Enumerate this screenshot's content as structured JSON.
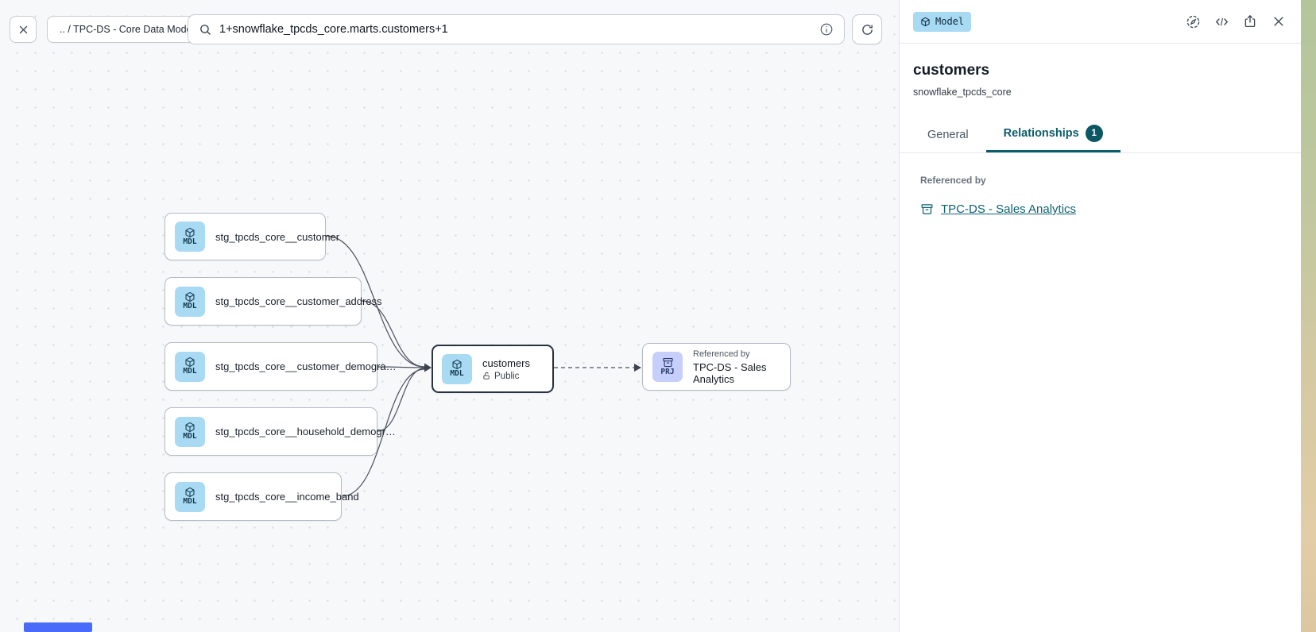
{
  "toolbar": {
    "breadcrumb": ".. / TPC-DS - Core Data Models",
    "search_value": "1+snowflake_tpcds_core.marts.customers+1"
  },
  "canvas": {
    "nodes": [
      {
        "badge": "MDL",
        "label": "stg_tpcds_core__customer"
      },
      {
        "badge": "MDL",
        "label": "stg_tpcds_core__customer_address"
      },
      {
        "badge": "MDL",
        "label": "stg_tpcds_core__customer_demogra…"
      },
      {
        "badge": "MDL",
        "label": "stg_tpcds_core__household_demogr…"
      },
      {
        "badge": "MDL",
        "label": "stg_tpcds_core__income_band"
      },
      {
        "badge": "MDL",
        "label": "customers",
        "sublabel": "Public"
      },
      {
        "badge": "PRJ",
        "label": "TPC-DS - Sales Analytics",
        "sublabel": "Referenced by"
      }
    ]
  },
  "panel": {
    "type_chip": "Model",
    "title": "customers",
    "subtitle": "snowflake_tpcds_core",
    "tabs": [
      {
        "label": "General",
        "active": false
      },
      {
        "label": "Relationships",
        "active": true,
        "badge": "1"
      }
    ],
    "referenced_by_label": "Referenced by",
    "referenced_by_link": "TPC-DS - Sales Analytics"
  },
  "icons": {
    "toolbar": [
      "close-icon",
      "search-icon",
      "info-icon",
      "refresh-icon"
    ],
    "panel": [
      "cube-icon",
      "compass-icon",
      "code-icon",
      "share-icon",
      "close-icon",
      "archive-icon"
    ],
    "nodes": [
      "cube-icon",
      "archive-icon",
      "unlock-icon"
    ]
  },
  "colors": {
    "accent_teal": "#0d5c6b",
    "model_chip_blue": "#a8daf4",
    "project_chip_lavender": "#c6cefb",
    "canvas_background": "#f7f8fa",
    "selected_node_border": "#29323f",
    "link_teal": "#0f6270",
    "bottom_indicator_blue": "#4a6bfa"
  }
}
